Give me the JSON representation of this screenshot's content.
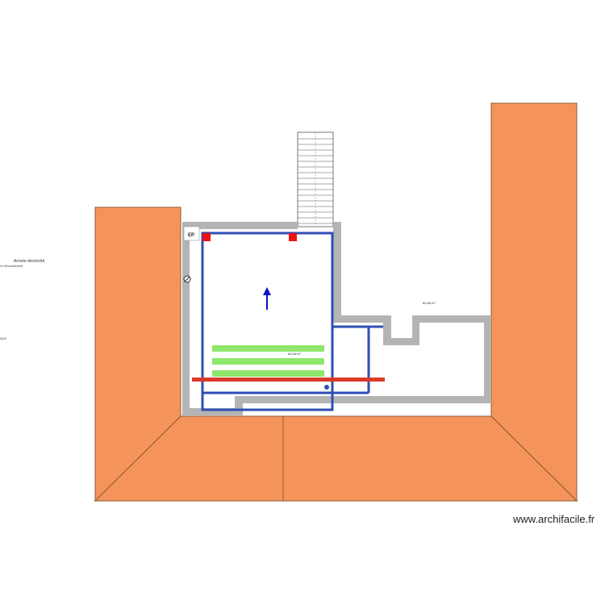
{
  "labels": {
    "arrival_label": "Arrivée électricité",
    "drainage_label": "rs d'écoulement",
    "left_partial_label": "AUX",
    "area_right": "60,68 m²",
    "area_main": "60,68 m²",
    "code_box": "EP"
  },
  "watermark": "www.archifacile.fr",
  "colors": {
    "roof": "#F5945A",
    "roof_stroke": "#8A5A3A",
    "wall": "#B4B4B4",
    "pipe_blue": "#2F4FB5",
    "arrow_blue": "#1010CC",
    "red_marker": "#EE1111",
    "red_beam": "#D93A2A",
    "green_bar": "#8EE66A"
  },
  "icons": {
    "meter": "meter-symbol-icon",
    "arrow": "flow-arrow-icon",
    "stairs": "staircase-icon"
  }
}
